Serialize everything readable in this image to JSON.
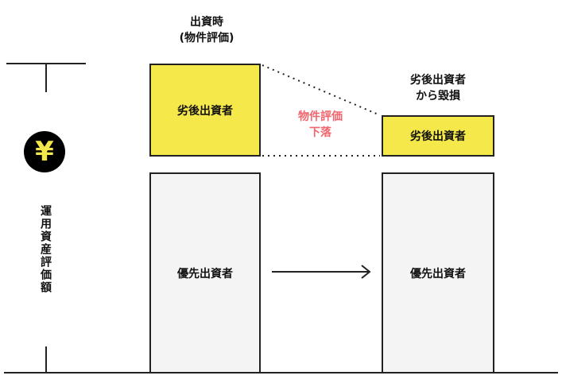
{
  "top_label": {
    "line1": "出資時",
    "line2": "(物件評価)"
  },
  "right_label": {
    "line1": "劣後出資者",
    "line2": "から毀損"
  },
  "left_box": {
    "junior": "劣後出資者",
    "senior": "優先出資者"
  },
  "right_box": {
    "junior": "劣後出資者",
    "senior": "優先出資者"
  },
  "decline_label": {
    "line1": "物件評価",
    "line2": "下落"
  },
  "axis": {
    "icon": "yen-icon",
    "icon_glyph": "¥",
    "label": "運用資産評価額"
  },
  "colors": {
    "junior": "#f5e84a",
    "senior": "#f4f4f4",
    "accent": "#f0666e",
    "icon_bg": "#000000"
  }
}
